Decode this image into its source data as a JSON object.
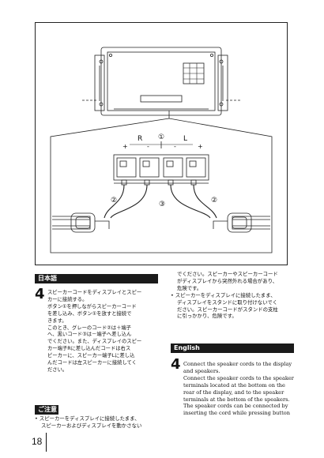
{
  "diagram": {
    "labels": {
      "r": "R",
      "l": "L",
      "c1": "①",
      "c2a": "②",
      "c2b": "②",
      "c3": "③",
      "plus_l": "+",
      "minus_l": "-",
      "minus_r": "-",
      "plus_r": "+"
    }
  },
  "japanese": {
    "header": "日本語",
    "step_number": "4",
    "step_lines": [
      "スピーカーコードをディスプレイとスピー",
      "カーに接続する。",
      "ボタン①を押しながらスピーカーコード",
      "を差し込み、ボタン①を放すと接続で",
      "きます。",
      "このとき、グレーのコード②は＋端子",
      "へ、黒いコード③は－端子へ差し込ん",
      "でください。また、ディスプレイのスピー",
      "カー端子Rに差し込んだコードは右ス",
      "ピーカーに、スピーカー端子Lに差し込",
      "んだコードは左スピーカーに接続してく",
      "ださい。"
    ],
    "caution_header": "ご注意",
    "caution_lines": [
      "• スピーカーをディスプレイに接続したまま、",
      "スピーカーおよびディスプレイを動かさない"
    ],
    "col2_lines": [
      "でください。スピーカーやスピーカーコード",
      "がディスプレイから突然外れる場合があり、",
      "危険です。",
      "• スピーカーをディスプレイに接続したまま、",
      "ディスプレイをスタンドに取り付けないでく",
      "ださい。スピーカーコードがスタンドの支柱",
      "に引っかかり、危険です。"
    ]
  },
  "english": {
    "header": "English",
    "step_number": "4",
    "step_lines": [
      "Connect the speaker cords to the display",
      "and speakers.",
      "Connect the speaker cords to the speaker",
      "terminals located at the bottom on the",
      "rear of the display, and to the speaker",
      "terminals at the bottom of the speakers.",
      "The speaker cords can be connected by",
      "inserting the cord while pressing button"
    ]
  },
  "page_number": "18"
}
